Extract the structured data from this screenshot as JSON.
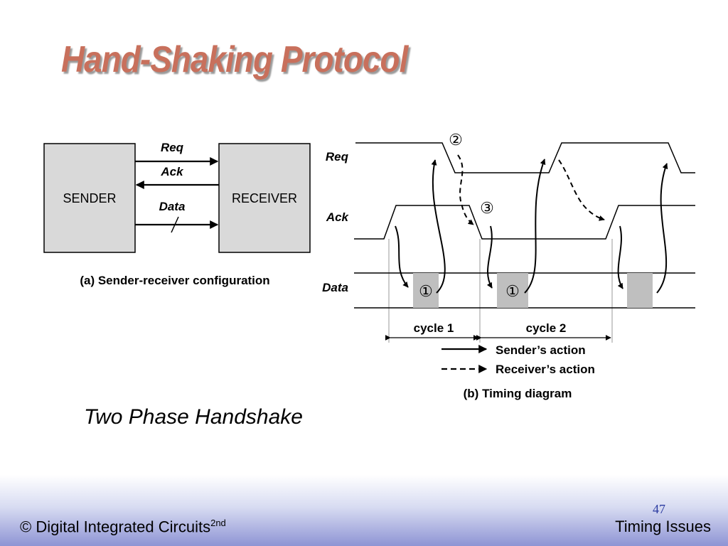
{
  "slide": {
    "title": "Hand-Shaking Protocol",
    "subtitle": "Two Phase Handshake"
  },
  "config": {
    "sender_label": "SENDER",
    "receiver_label": "RECEIVER",
    "req_label": "Req",
    "ack_label": "Ack",
    "data_label": "Data",
    "caption": "(a) Sender-receiver configuration"
  },
  "timing": {
    "req_label": "Req",
    "ack_label": "Ack",
    "data_label": "Data",
    "cycle1_label": "cycle 1",
    "cycle2_label": "cycle 2",
    "marker_1": "①",
    "marker_2": "②",
    "marker_3": "③",
    "legend_sender": "Sender’s action",
    "legend_receiver": "Receiver’s action",
    "caption": "(b) Timing diagram"
  },
  "footer": {
    "left_text": "© Digital Integrated Circuits",
    "left_sup": "2nd",
    "right_text": "Timing Issues",
    "page_number": "47"
  },
  "colors": {
    "title": "#c8705c",
    "box_fill": "#d9d9d9",
    "data_block": "#bfbfbf",
    "footer_gradient_end": "#8e94d4"
  }
}
